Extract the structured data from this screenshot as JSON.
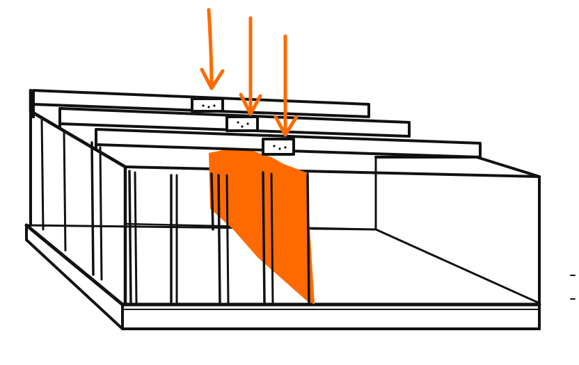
{
  "diagram": {
    "colors": {
      "ink": "#111111",
      "highlight": "#ff6a00",
      "background": "#ffffff"
    },
    "load_arrows": 3,
    "beams": 3,
    "studs_visible": 12
  }
}
